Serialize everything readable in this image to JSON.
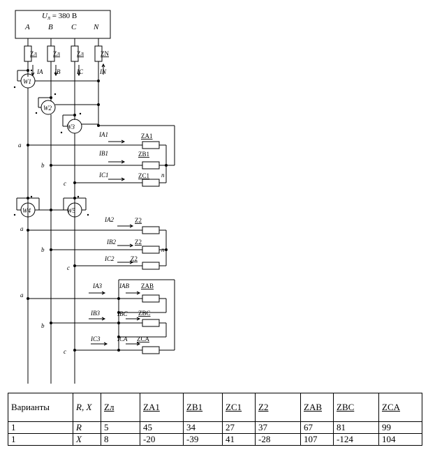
{
  "source": {
    "label_u": "U",
    "label_sub": "л",
    "label_rest": " = 380 В"
  },
  "phases": [
    "A",
    "B",
    "C",
    "N"
  ],
  "line_impedances": [
    "Zл",
    "Zл",
    "Zл",
    "ZN"
  ],
  "line_currents": [
    "IA",
    "IB",
    "IC",
    "IN"
  ],
  "wattmeters": [
    "W1",
    "W2",
    "W3",
    "W4",
    "W5"
  ],
  "nodes": {
    "a": "a",
    "b": "b",
    "c": "c",
    "n": "n"
  },
  "load1": {
    "currents": [
      "IA1",
      "IB1",
      "IC1"
    ],
    "impedances": [
      "ZA1",
      "ZB1",
      "ZC1"
    ]
  },
  "load2": {
    "currents": [
      "IA2",
      "IB2",
      "IC2"
    ],
    "impedances": [
      "Z2",
      "Z2",
      "Z2"
    ]
  },
  "load3": {
    "currents": [
      "IA3",
      "IB3",
      "IC3"
    ],
    "phase_currents": [
      "IAB",
      "IBC",
      "ICA"
    ],
    "impedances": [
      "ZAB",
      "ZBC",
      "ZCA"
    ]
  },
  "table": {
    "headers": [
      "Варианты",
      "R, X",
      "Zл",
      "ZA1",
      "ZB1",
      "ZC1",
      "Z2",
      "ZAB",
      "ZBC",
      "ZCA"
    ],
    "rows": [
      [
        "1",
        "R",
        "5",
        "45",
        "34",
        "27",
        "37",
        "67",
        "81",
        "99"
      ],
      [
        "1",
        "X",
        "8",
        "-20",
        "-39",
        "41",
        "-28",
        "107",
        "-124",
        "104"
      ]
    ]
  }
}
